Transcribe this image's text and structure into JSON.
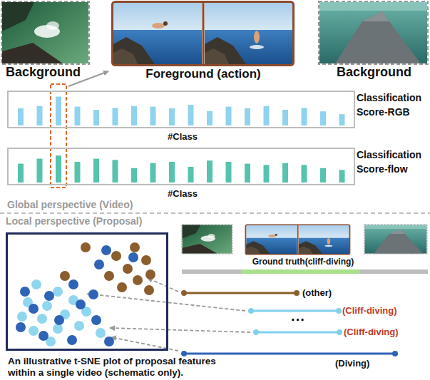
{
  "diagram": {
    "nodes": [
      {
        "text": [
          "Classification Score-RGB",
          "#Class"
        ]
      },
      {
        "text": [
          "Classification Score-flow",
          "#Class"
        ]
      },
      {
        "text": [
          "An illustrative t-SNE plot of proposal features within a single video (schematic only)."
        ]
      }
    ],
    "labels": [
      "Background",
      "Foreground (action)",
      "Background",
      "Global perspective (Video)",
      "Local perspective (Proposal)",
      "Ground truth(cliff-diving)",
      "(other)",
      "(Cliff-diving)",
      "···",
      "(Cliff-diving)",
      "(Diving)"
    ]
  }
}
